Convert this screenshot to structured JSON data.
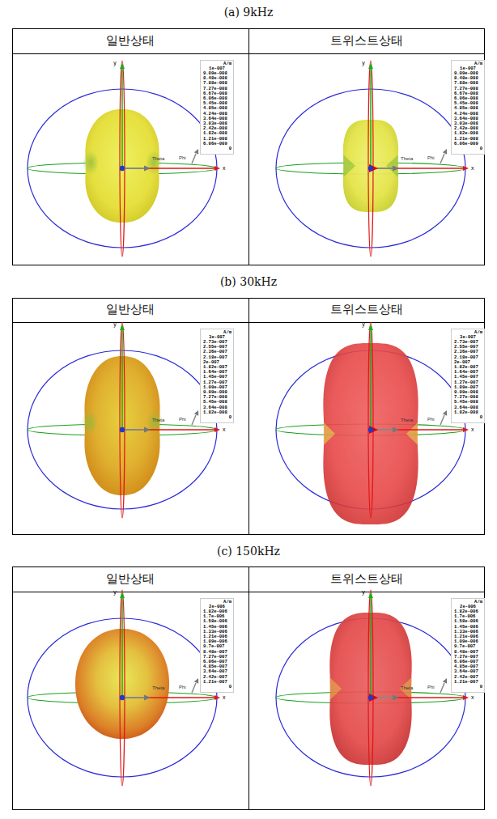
{
  "diagram": {
    "labels": [
      "(a) 9kHz",
      "일반상태",
      "트위스트상태",
      "A/m",
      "1e-007",
      "9.09e-008",
      "8.48e-008",
      "7.88e-008",
      "7.27e-008",
      "6.67e-008",
      "6.06e-008",
      "5.45e-008",
      "4.85e-008",
      "4.24e-008",
      "3.64e-008",
      "3.03e-008",
      "2.42e-008",
      "1.82e-008",
      "1.21e-008",
      "6.06e-009",
      "0",
      "y",
      "Phi",
      "x",
      "Theta",
      "A/m",
      "1e-007",
      "9.09e-008",
      "8.48e-008",
      "7.88e-008",
      "7.27e-008",
      "6.67e-008",
      "6.06e-008",
      "5.45e-008",
      "4.85e-008",
      "4.24e-008",
      "3.64e-008",
      "3.03e-008",
      "2.42e-008",
      "1.82e-008",
      "1.21e-008",
      "6.06e-009",
      "0",
      "y",
      "Phi",
      "x",
      "Theta",
      "(b) 30kHz",
      "일반상태",
      "트위스트상태",
      "A/m",
      "3e-007",
      "2.73e-007",
      "2.55e-007",
      "2.36e-007",
      "2.18e-007",
      "2e-007",
      "1.82e-007",
      "1.64e-007",
      "1.45e-007",
      "1.27e-007",
      "1.09e-007",
      "9.09e-008",
      "7.27e-008",
      "5.45e-008",
      "3.64e-008",
      "1.82e-008",
      "0",
      "y",
      "Phi",
      "x",
      "Theta",
      "A/m",
      "3e-007",
      "2.73e-007",
      "2.55e-007",
      "2.36e-007",
      "2.18e-007",
      "2e-007",
      "1.82e-007",
      "1.64e-007",
      "1.45e-007",
      "1.27e-007",
      "1.09e-007",
      "9.09e-008",
      "7.27e-008",
      "5.45e-008",
      "3.64e-008",
      "1.82e-008",
      "0",
      "y",
      "Phi",
      "x",
      "Theta",
      "(c) 150kHz",
      "일반상태",
      "트위스트상태",
      "A/m",
      "2e-006",
      "1.82e-006",
      "1.7e-006",
      "1.58e-006",
      "1.45e-006",
      "1.33e-006",
      "1.21e-006",
      "1.09e-006",
      "9.7e-007",
      "8.48e-007",
      "7.27e-007",
      "6.06e-007",
      "4.85e-007",
      "3.64e-007",
      "2.42e-007",
      "1.21e-007",
      "0",
      "y",
      "Phi",
      "x",
      "Theta",
      "A/m",
      "2e-006",
      "1.82e-006",
      "1.7e-006",
      "1.58e-006",
      "1.45e-006",
      "1.33e-006",
      "1.21e-006",
      "1.09e-006",
      "9.7e-007",
      "8.48e-007",
      "7.27e-007",
      "6.06e-007",
      "4.85e-007",
      "3.64e-007",
      "2.42e-007",
      "1.21e-007",
      "0",
      "y",
      "Phi",
      "x",
      "Theta"
    ]
  }
}
